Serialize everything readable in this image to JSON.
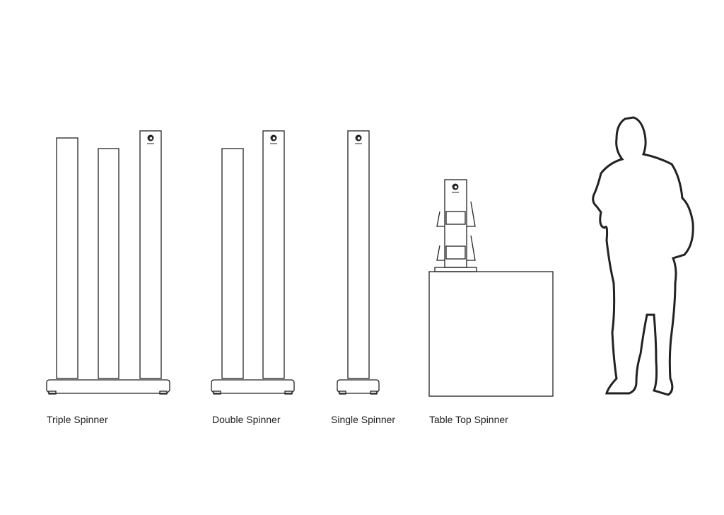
{
  "labels": {
    "triple": "Triple Spinner",
    "double": "Double Spinner",
    "single": "Single Spinner",
    "tabletop": "Table Top Spinner"
  },
  "colors": {
    "line": "#222222",
    "background": "#ffffff"
  }
}
